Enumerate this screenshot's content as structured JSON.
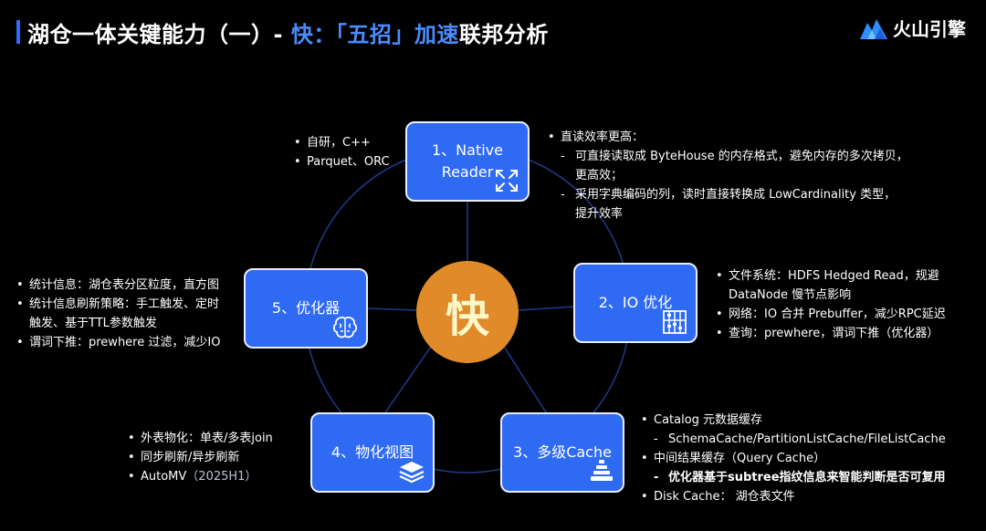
{
  "title": {
    "prefix": "湖仓一体关键能力（一）- ",
    "highlight": "快：「五招」加速",
    "suffix": "联邦分析"
  },
  "logo": {
    "text": "火山引擎"
  },
  "center": {
    "label": "快"
  },
  "nodes": [
    {
      "label": "1、Native\nReader",
      "icon": "close-x-icon"
    },
    {
      "label": "2、IO 优化",
      "icon": "abacus-icon"
    },
    {
      "label": "3、多级Cache",
      "icon": "stack-tiers-icon"
    },
    {
      "label": "4、物化视图",
      "icon": "layers-icon"
    },
    {
      "label": "5、优化器",
      "icon": "brain-icon"
    }
  ],
  "annotations": {
    "a1": [
      "自研，C++",
      "Parquet、ORC"
    ],
    "a2": {
      "head": "直读效率更高：",
      "s1a": "可直接读取成 ByteHouse 的内存格式，避免内存的多次拷贝，",
      "s1b": "更高效；",
      "s2a": "采用字典编码的列，读时直接转换成 LowCardinality 类型，",
      "s2b": "提升效率"
    },
    "a3": {
      "l1a": "文件系统：HDFS Hedged Read，规避",
      "l1b": "DataNode 慢节点影响",
      "l2": "网络：IO 合并 Prebuffer，减少RPC延迟",
      "l3": "查询：prewhere，谓词下推（优化器）"
    },
    "a4": {
      "l1": "Catalog 元数据缓存",
      "s1": "SchemaCache/PartitionListCache/FileListCache",
      "l2": "中间结果缓存（Query Cache）",
      "s2": "优化器基于subtree指纹信息来智能判断是否可复用",
      "l3": "Disk Cache： 湖仓表文件"
    },
    "a5": {
      "l1": "外表物化：单表/多表join",
      "l2": "同步刷新/异步刷新",
      "l3a": "AutoMV",
      "l3b": "（2025H1）"
    },
    "a6": {
      "l1": "统计信息：湖仓表分区粒度，直方图",
      "l2a": "统计信息刷新策略：手工触发、定时",
      "l2b": "触发、基于TTL参数触发",
      "l3": "谓词下推：prewhere 过滤，减少IO"
    }
  },
  "colors": {
    "accent": "#2f6bf2",
    "center": "#e08a2a",
    "highlight": "#4a8cff",
    "ring": "#1f3a8a"
  }
}
